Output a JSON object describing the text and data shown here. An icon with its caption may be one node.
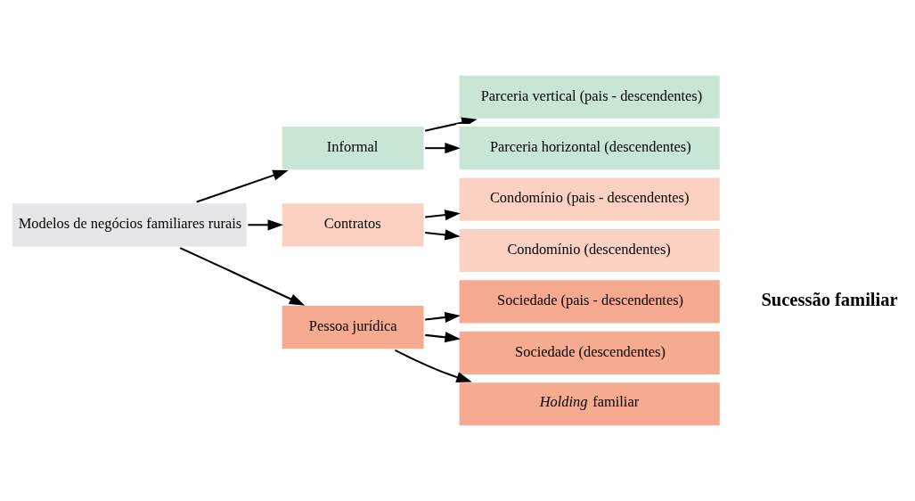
{
  "diagram": {
    "nodes": [
      {
        "text": [
          "Modelos de negócios familiares rurais"
        ]
      },
      {
        "text": [
          "Informal"
        ]
      },
      {
        "text": [
          "Contratos"
        ]
      },
      {
        "text": [
          "Pessoa jurídica"
        ]
      },
      {
        "text": [
          "Parceria vertical (pais - descendentes)"
        ]
      },
      {
        "text": [
          "Parceria horizontal (descendentes)"
        ]
      },
      {
        "text": [
          "Condomínio (pais - descendentes)"
        ]
      },
      {
        "text": [
          "Condomínio (descendentes)"
        ]
      },
      {
        "text": [
          "Sociedade (pais - descendentes)"
        ]
      },
      {
        "text": [
          "Sociedade (descendentes)"
        ]
      },
      {
        "text": [
          "*Holding* familiar"
        ]
      }
    ],
    "edges": [
      {
        "from": 0,
        "to": 1,
        "arrow": "to"
      },
      {
        "from": 0,
        "to": 2,
        "arrow": "to"
      },
      {
        "from": 0,
        "to": 3,
        "arrow": "to"
      },
      {
        "from": 1,
        "to": 4,
        "arrow": "to"
      },
      {
        "from": 1,
        "to": 5,
        "arrow": "to"
      },
      {
        "from": 2,
        "to": 6,
        "arrow": "to"
      },
      {
        "from": 2,
        "to": 7,
        "arrow": "to"
      },
      {
        "from": 3,
        "to": 8,
        "arrow": "to"
      },
      {
        "from": 3,
        "to": 9,
        "arrow": "to"
      },
      {
        "from": 3,
        "to": 10,
        "arrow": "to"
      }
    ],
    "labels": [
      "Sucessão familiar"
    ]
  }
}
